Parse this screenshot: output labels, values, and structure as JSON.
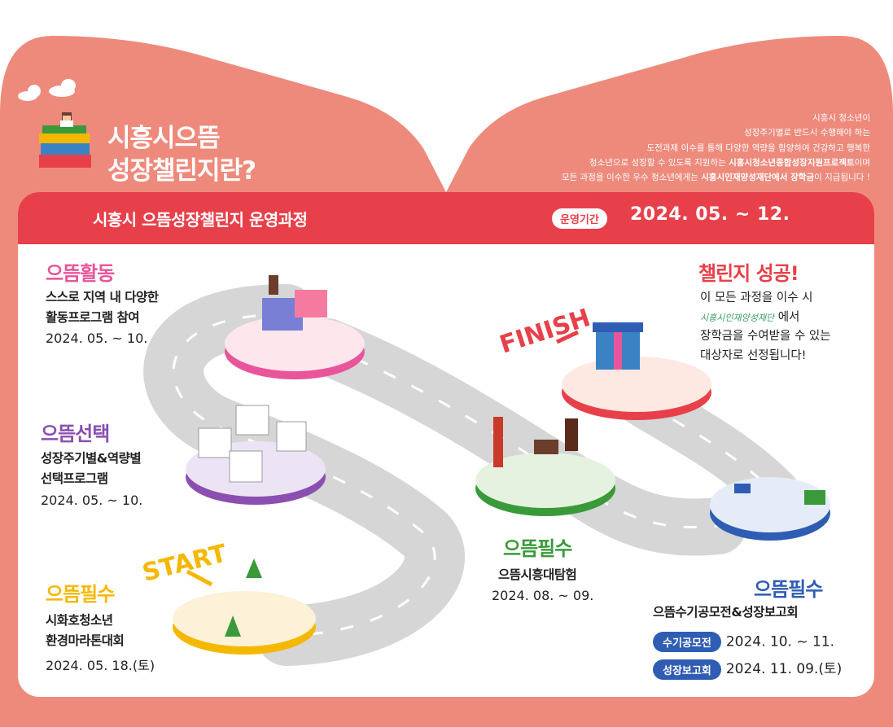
{
  "header": {
    "title_line1": "시흥시으뜸",
    "title_line2": "성장챌린지란?",
    "intro_line1": "시흥시 청소년이",
    "intro_line2": "성장주기별로 반드시 수행해야 하는",
    "intro_line3": "도전과제 이수를 통해 다양한 역량을 함양하여 건강하고 행복한",
    "intro_line4_a": "청소년으로 성장할 수 있도록 지원하는 ",
    "intro_line4_b": "시흥시청소년종합성장지원프로젝트",
    "intro_line4_c": "이며",
    "intro_line5_a": "모든 과정을 이수한 우수 청소년에게는 ",
    "intro_line5_b": "시흥시인재양성재단에서 장학금",
    "intro_line5_c": "이 지급됩니다 !"
  },
  "panel": {
    "title": "시흥시 으뜸성장챌린지 운영과정",
    "period_label": "운영기간",
    "period_value": "2024. 05. ~ 12."
  },
  "stages": {
    "activity": {
      "title": "으뜸활동",
      "desc1": "스스로 지역 내 다양한",
      "desc2": "활동프로그램 참여",
      "date": "2024. 05. ~ 10."
    },
    "choice": {
      "title": "으뜸선택",
      "desc1": "성장주기별&역량별",
      "desc2": "선택프로그램",
      "date": "2024. 05. ~ 10."
    },
    "marathon": {
      "title": "으뜸필수",
      "desc1": "시화호청소년",
      "desc2": "환경마라톤대회",
      "date": "2024. 05. 18.(토)"
    },
    "exploration": {
      "title": "으뜸필수",
      "desc1": "으뜸시흥대탐험",
      "date": "2024. 08. ~ 09."
    },
    "essay": {
      "title": "으뜸필수",
      "desc1": "으뜸수기공모전&성장보고회",
      "pill1": "수기공모전",
      "date1": "2024. 10. ~ 11.",
      "pill2": "성장보고회",
      "date2": "2024. 11. 09.(토)"
    }
  },
  "success": {
    "title": "챌린지 성공!",
    "line1": "이 모든 과정을 이수 시",
    "logo_text": "시흥시인재양성재단",
    "line2_suffix": "에서",
    "line3": "장학금을 수여받을 수 있는",
    "line4": "대상자로 선정됩니다!"
  },
  "labels": {
    "start": "START",
    "finish": "FINISH"
  },
  "colors": {
    "salmon": "#ee8a7c",
    "red": "#e8404a",
    "pink": "#e8559a",
    "purple": "#8a4fb0",
    "yellow": "#f5b800",
    "green": "#3a9a3a",
    "blue": "#2f5db3"
  }
}
